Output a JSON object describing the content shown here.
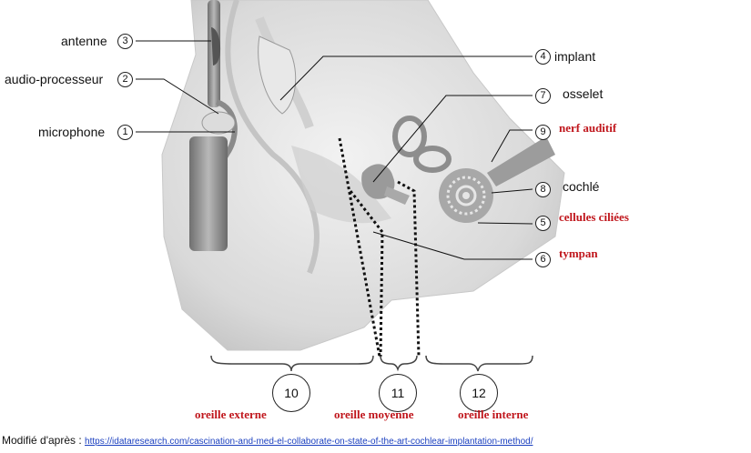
{
  "labels": {
    "antenne": {
      "text": "antenne",
      "num": "3"
    },
    "audio_processeur": {
      "text": "audio-processeur",
      "num": "2"
    },
    "microphone": {
      "text": "microphone",
      "num": "1"
    },
    "implant": {
      "text": "implant",
      "num": "4"
    },
    "osselet": {
      "text": "osselet",
      "num": "7"
    },
    "nerf_auditif": {
      "text": "nerf auditif",
      "num": "9"
    },
    "cochle": {
      "text": "cochlé",
      "num": "8"
    },
    "cellules_ciliees": {
      "text": "cellules ciliées",
      "num": "5"
    },
    "tympan": {
      "text": "tympan",
      "num": "6"
    }
  },
  "sections": {
    "externe": {
      "num": "10",
      "text": "oreille externe"
    },
    "moyenne": {
      "num": "11",
      "text": "oreille moyenne"
    },
    "interne": {
      "num": "12",
      "text": "oreille interne"
    }
  },
  "footer": {
    "prefix": "Modifié d'après :",
    "link": "https://idataresearch.com/cascination-and-med-el-collaborate-on-state-of-the-art-cochlear-implantation-method/"
  },
  "colors": {
    "accent_red": "#c0161c",
    "link_blue": "#1a3fbf"
  }
}
